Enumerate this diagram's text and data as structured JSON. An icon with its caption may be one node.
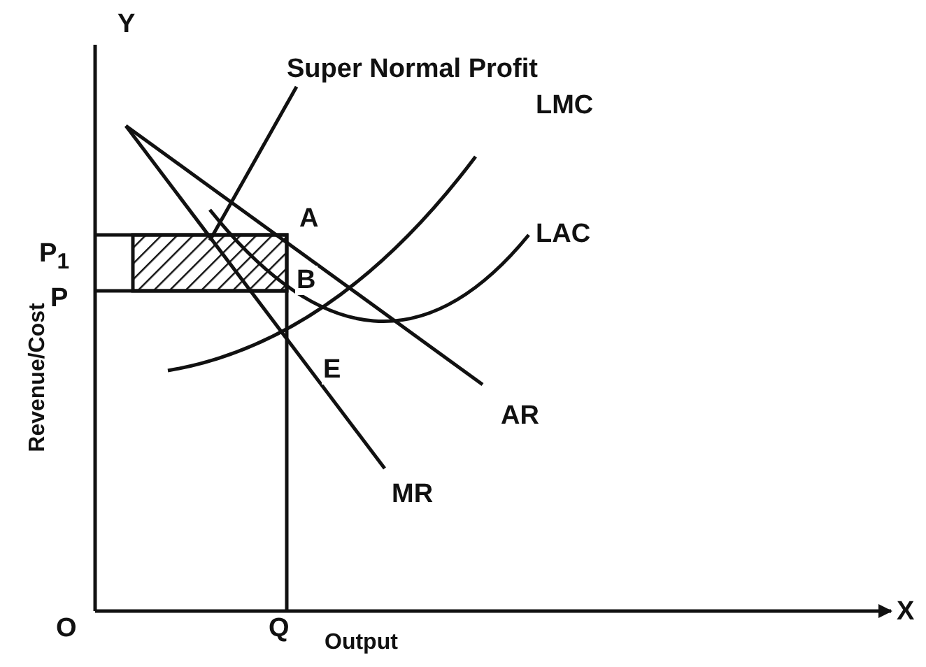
{
  "diagram": {
    "nodes": [
      {
        "text": [
          "Super Normal Profit"
        ]
      },
      {
        "text": [],
        "shape": "box"
      }
    ],
    "edges": [
      {
        "from": 0,
        "to": 1,
        "arrow": "none"
      }
    ],
    "labels": [
      "Y",
      "P$_{1}$",
      "P",
      "A",
      "B",
      "E",
      "LMC",
      "LAC",
      "AR",
      "MR",
      "Revenue/Cost",
      "O",
      "Q",
      "X",
      "Output"
    ]
  }
}
